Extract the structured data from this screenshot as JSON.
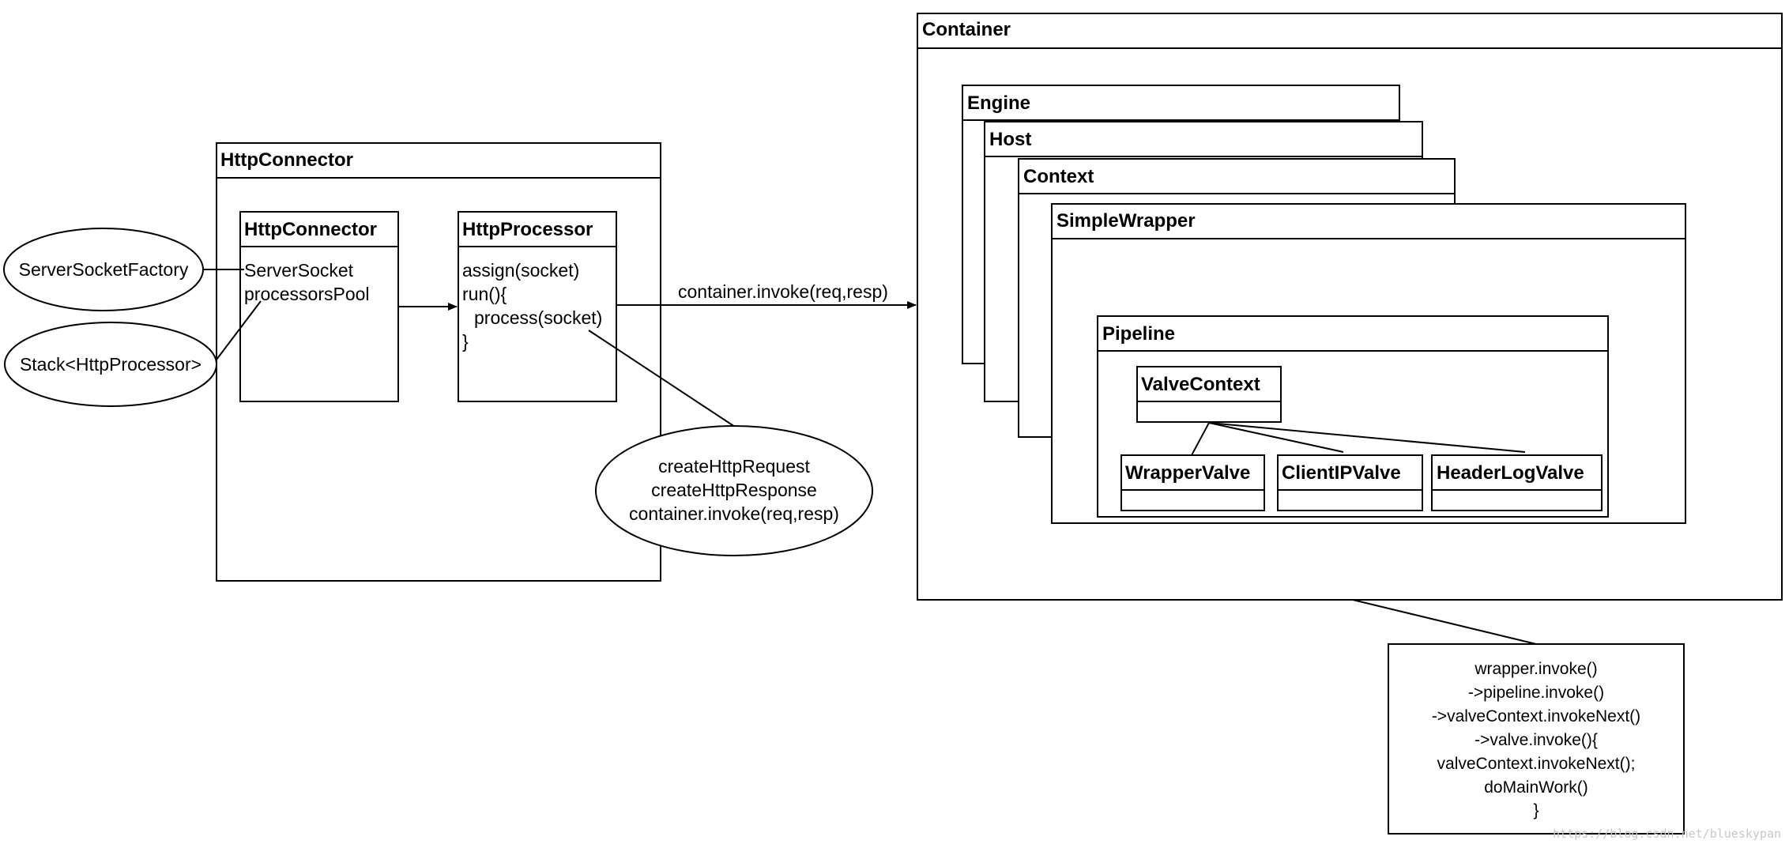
{
  "container": {
    "title": "Container",
    "engine": "Engine",
    "host": "Host",
    "context": "Context",
    "simple_wrapper": "SimpleWrapper",
    "pipeline": "Pipeline",
    "valve_context": "ValveContext",
    "valves": [
      "WrapperValve",
      "ClientIPValve",
      "HeaderLogValve"
    ]
  },
  "http_connector_outer": {
    "title": "HttpConnector"
  },
  "http_connector_inner": {
    "title": "HttpConnector",
    "fields": [
      "ServerSocket",
      "processorsPool"
    ]
  },
  "http_processor": {
    "title": "HttpProcessor",
    "lines": [
      "assign(socket)",
      "run(){",
      "process(socket)",
      "}"
    ]
  },
  "ellipses": {
    "server_socket_factory": "ServerSocketFactory",
    "stack": "Stack<HttpProcessor>",
    "process_note": [
      "createHttpRequest",
      "createHttpResponse",
      "container.invoke(req,resp)"
    ]
  },
  "arrow_label": "container.invoke(req,resp)",
  "invoke_note": [
    "wrapper.invoke()",
    "->pipeline.invoke()",
    "->valveContext.invokeNext()",
    "->valve.invoke(){",
    "valveContext.invokeNext();",
    "doMainWork()",
    "}"
  ],
  "watermark": "https://blog.csdn.net/blueskypan"
}
